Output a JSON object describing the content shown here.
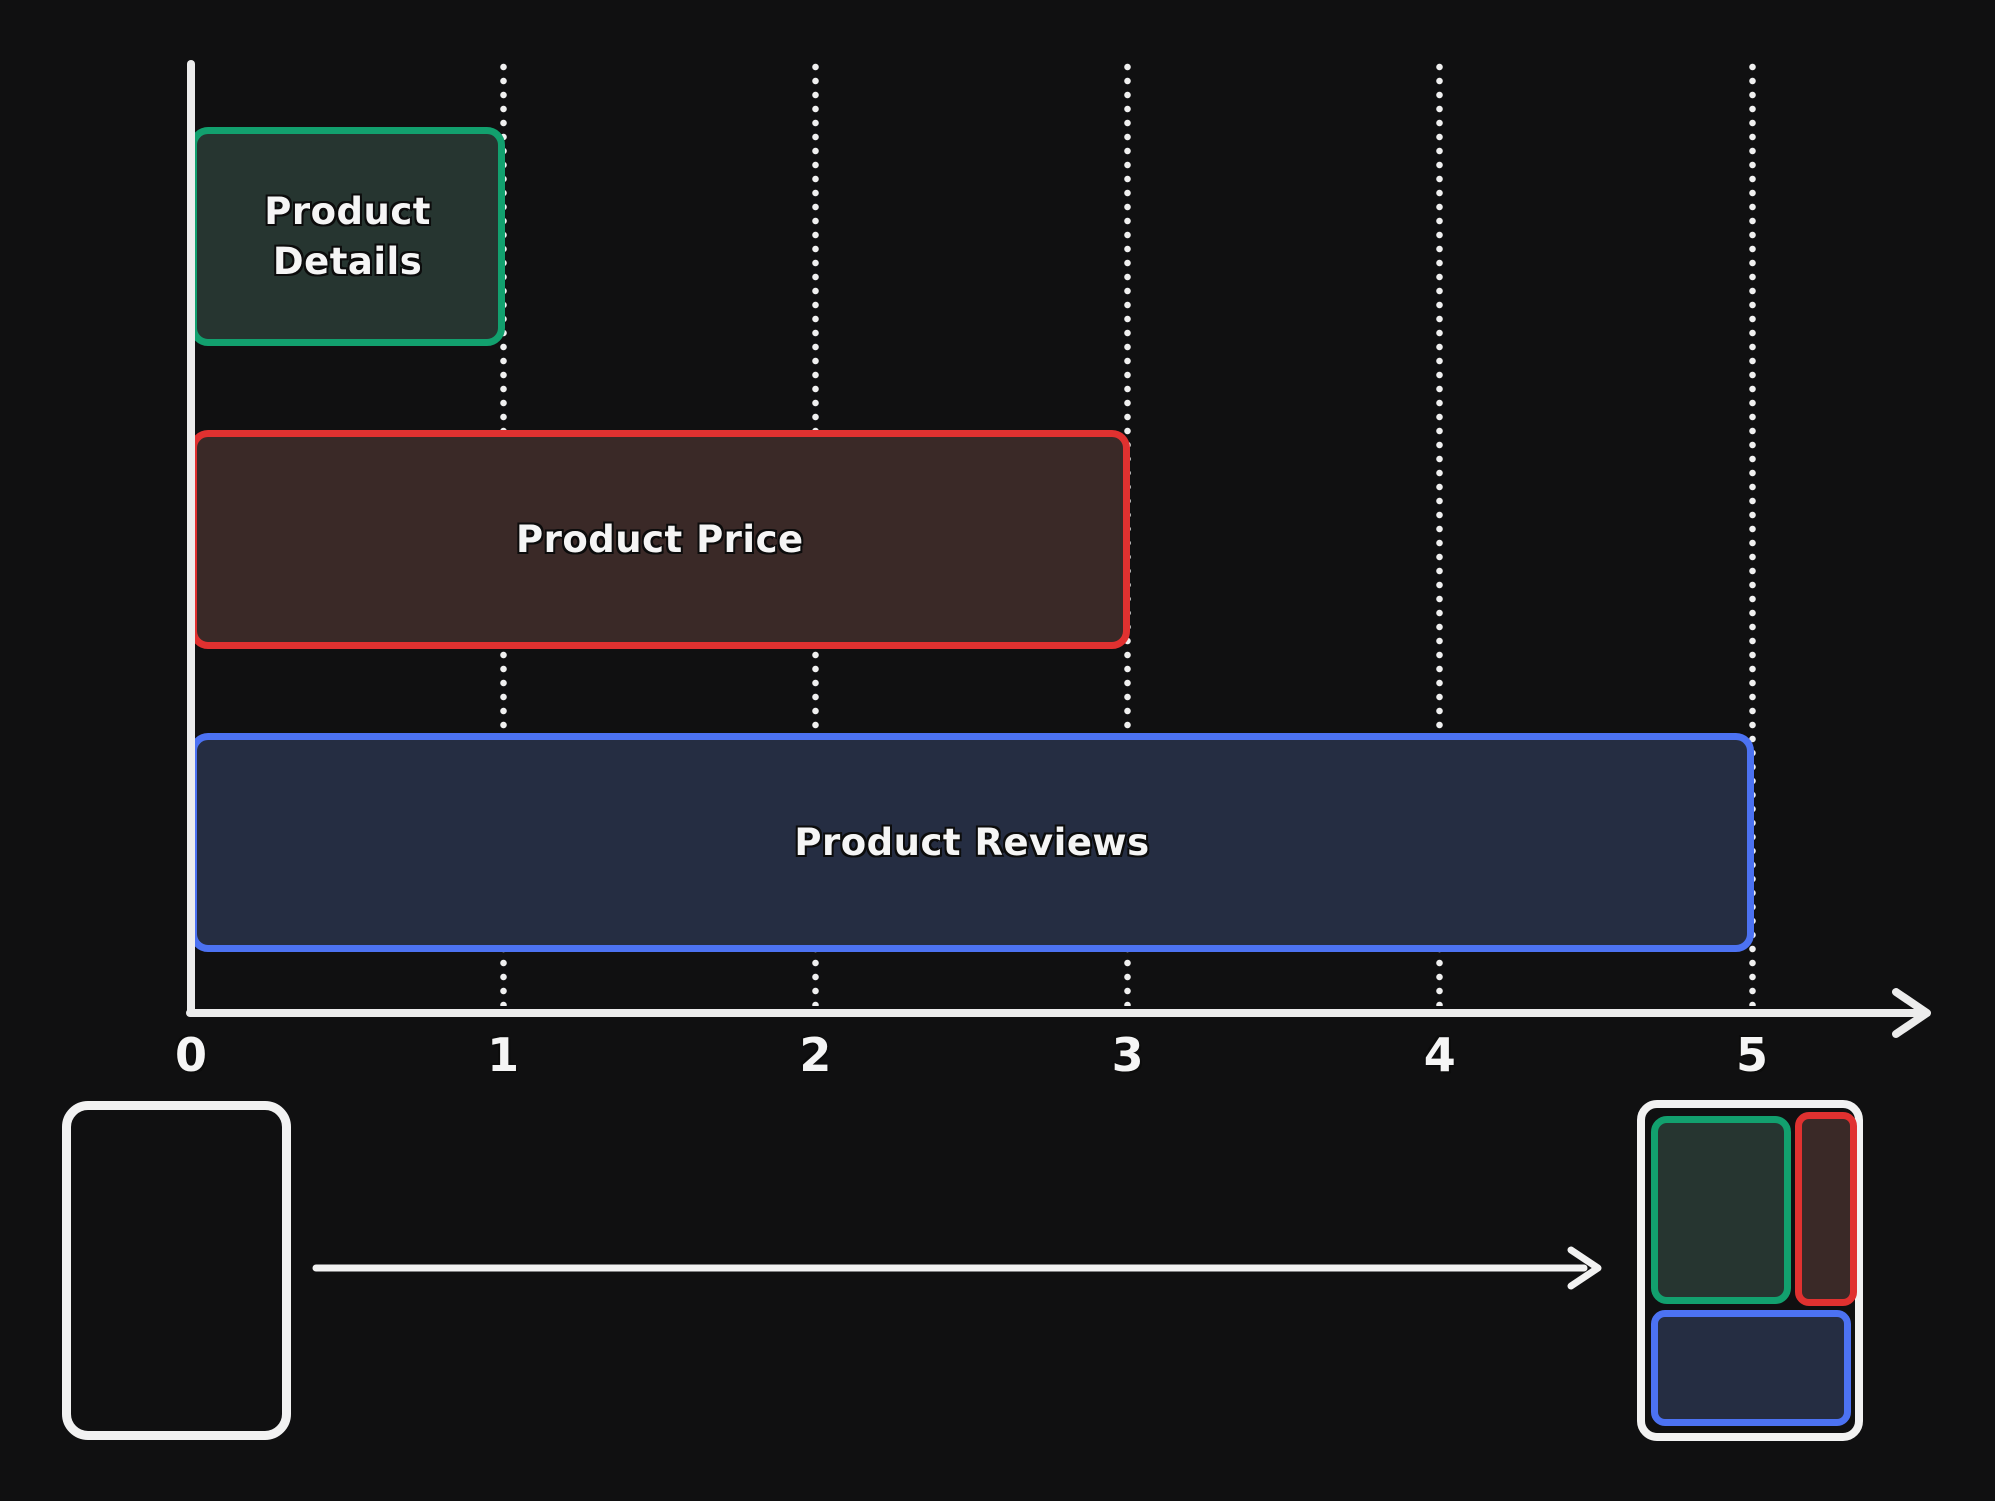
{
  "page": {
    "background": "#101011",
    "axis_color": "#ececec",
    "text_color": "#f5f5f5"
  },
  "chart_data": {
    "type": "bar",
    "orientation": "horizontal",
    "title": "",
    "xlabel": "",
    "ylabel": "",
    "categories": [
      "Product Details",
      "Product Price",
      "Product Reviews"
    ],
    "values": [
      1,
      3,
      5
    ],
    "xlim": [
      0,
      5
    ],
    "xticks": [
      "0",
      "1",
      "2",
      "3",
      "4",
      "5"
    ],
    "grid": "dotted vertical gridlines at each integer tick",
    "legend": "none",
    "bars": [
      {
        "label": "Product Details",
        "value": 1,
        "stroke": "#12a06e",
        "fill": "#263530"
      },
      {
        "label": "Product Price",
        "value": 3,
        "stroke": "#e03130",
        "fill": "#3a2927"
      },
      {
        "label": "Product Reviews",
        "value": 5,
        "stroke": "#4c72f2",
        "fill": "#252d42"
      }
    ]
  },
  "flow_diagram": {
    "empty_box": {
      "stroke": "#f2f2f2",
      "fill": "none"
    },
    "arrow_color": "#f2f2f2",
    "composed_box": {
      "outer_stroke": "#f2f2f2",
      "regions": [
        {
          "name": "details-region",
          "stroke": "#12a06e",
          "fill": "#263530"
        },
        {
          "name": "price-region",
          "stroke": "#e03130",
          "fill": "#3a2927"
        },
        {
          "name": "reviews-region",
          "stroke": "#4c72f2",
          "fill": "#252d42"
        }
      ]
    }
  }
}
